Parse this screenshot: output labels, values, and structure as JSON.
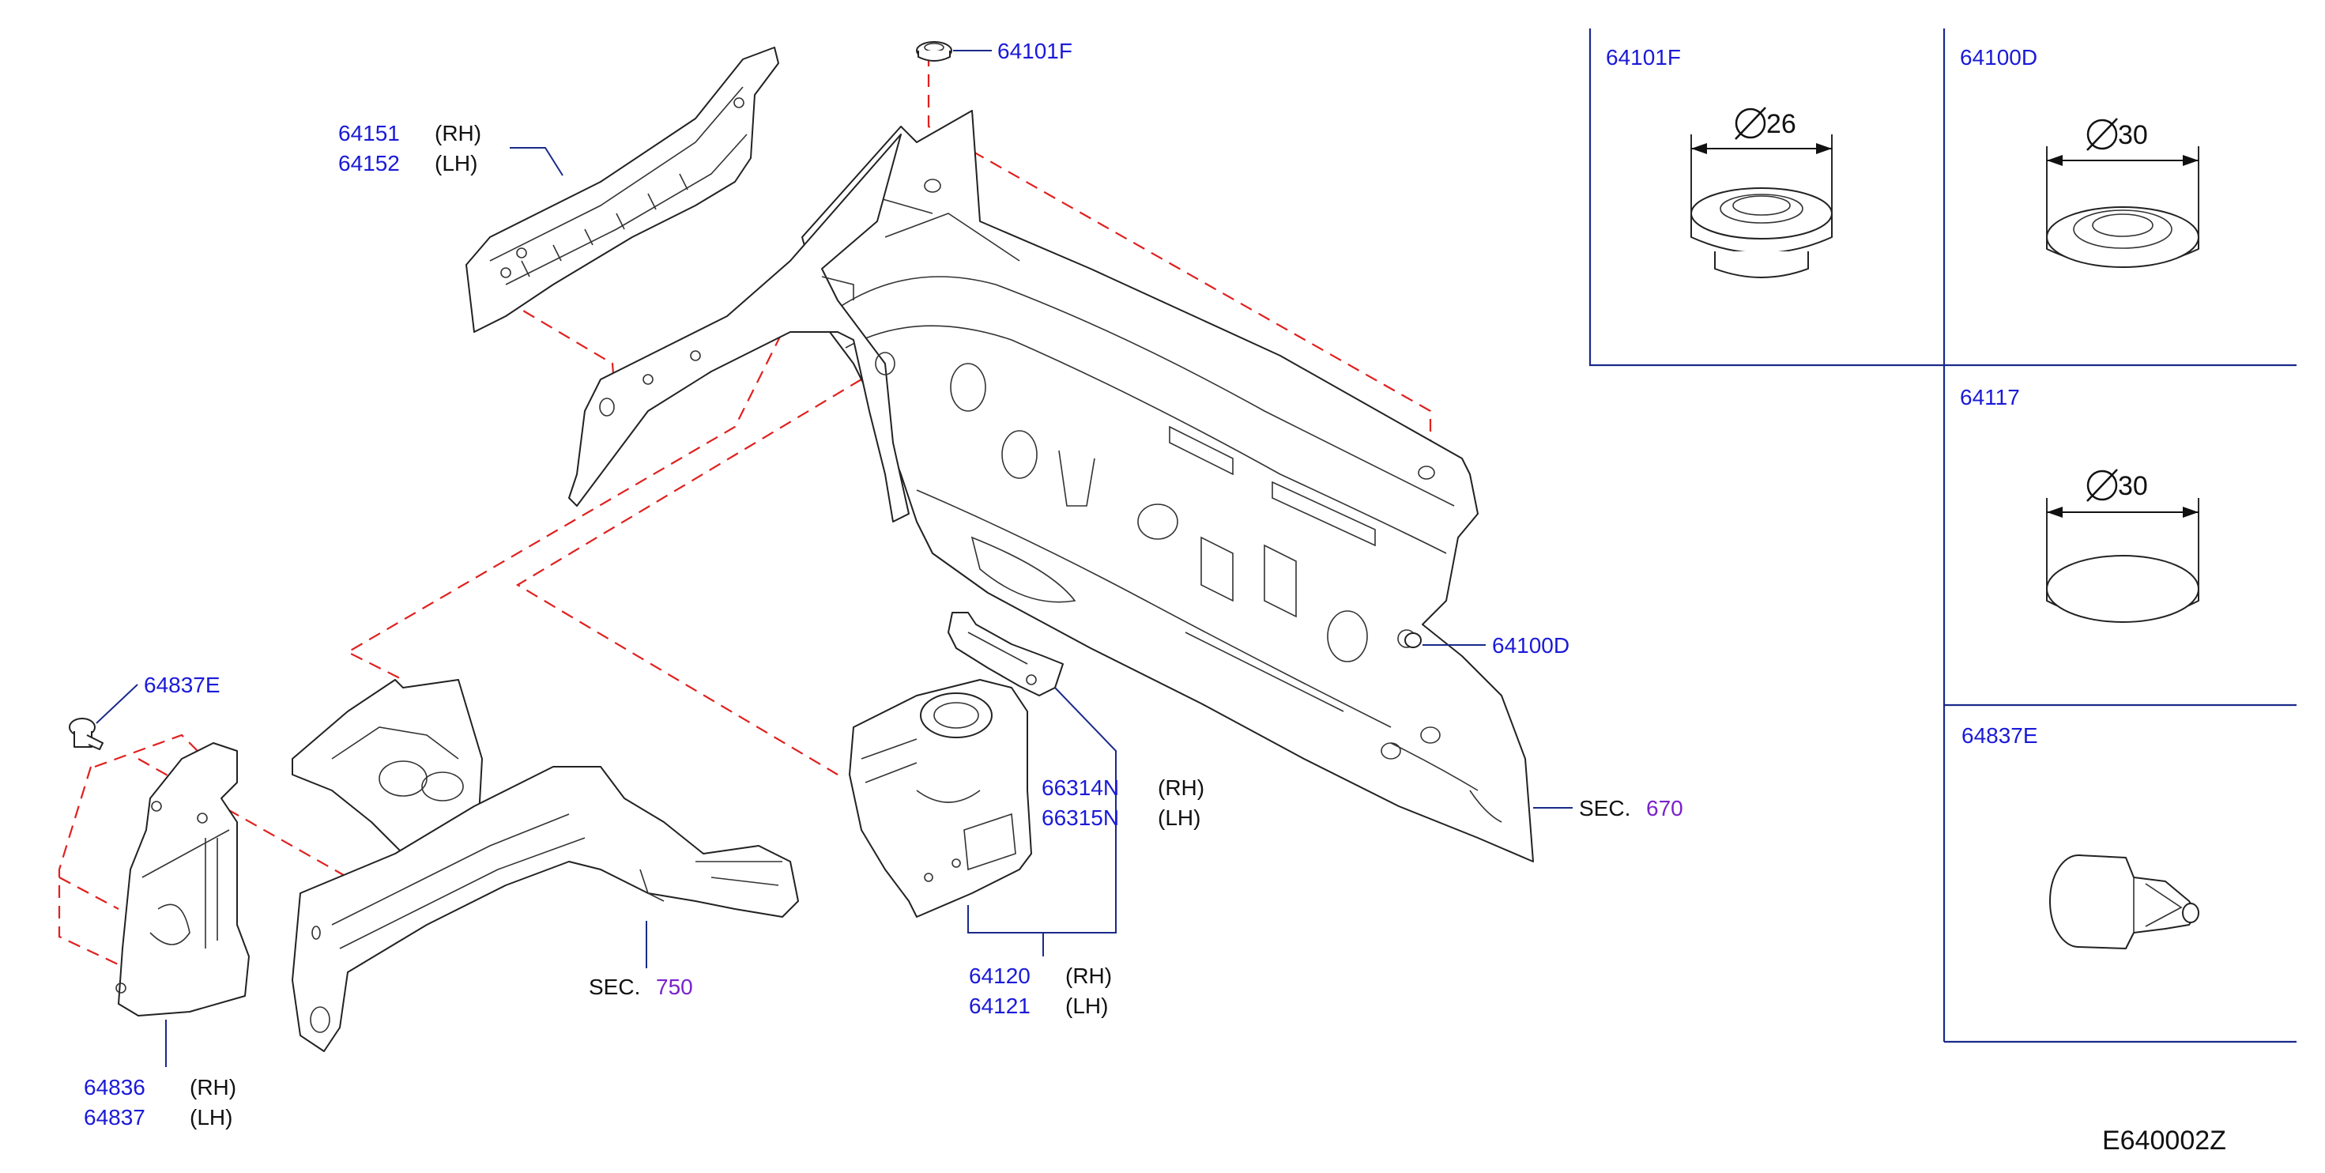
{
  "diagram_code": "E640002Z",
  "callouts": {
    "c64101F": {
      "part_no": "64101F"
    },
    "c64151": {
      "part_no": "64151",
      "side": "(RH)"
    },
    "c64152": {
      "part_no": "64152",
      "side": "(LH)"
    },
    "c64100D": {
      "part_no": "64100D"
    },
    "c64837E": {
      "part_no": "64837E"
    },
    "c66314N": {
      "part_no": "66314N",
      "side": "(RH)"
    },
    "c66315N": {
      "part_no": "66315N",
      "side": "(LH)"
    },
    "c64120": {
      "part_no": "64120",
      "side": "(RH)"
    },
    "c64121": {
      "part_no": "64121",
      "side": "(LH)"
    },
    "c64836": {
      "part_no": "64836",
      "side": "(RH)"
    },
    "c64837": {
      "part_no": "64837",
      "side": "(LH)"
    }
  },
  "sections": {
    "s670": {
      "prefix": "SEC.",
      "number": "670"
    },
    "s750": {
      "prefix": "SEC.",
      "number": "750"
    }
  },
  "detail_boxes": {
    "d64101F": {
      "part_no": "64101F",
      "diameter": "26"
    },
    "d64100D": {
      "part_no": "64100D",
      "diameter": "30"
    },
    "d64117": {
      "part_no": "64117",
      "diameter": "30"
    },
    "d64837E": {
      "part_no": "64837E"
    }
  },
  "colors": {
    "part_number": "#1a1ad8",
    "section_number": "#7a22cc",
    "leader_line": "#1a2a8a",
    "dashed_guide": "#e0201e"
  }
}
